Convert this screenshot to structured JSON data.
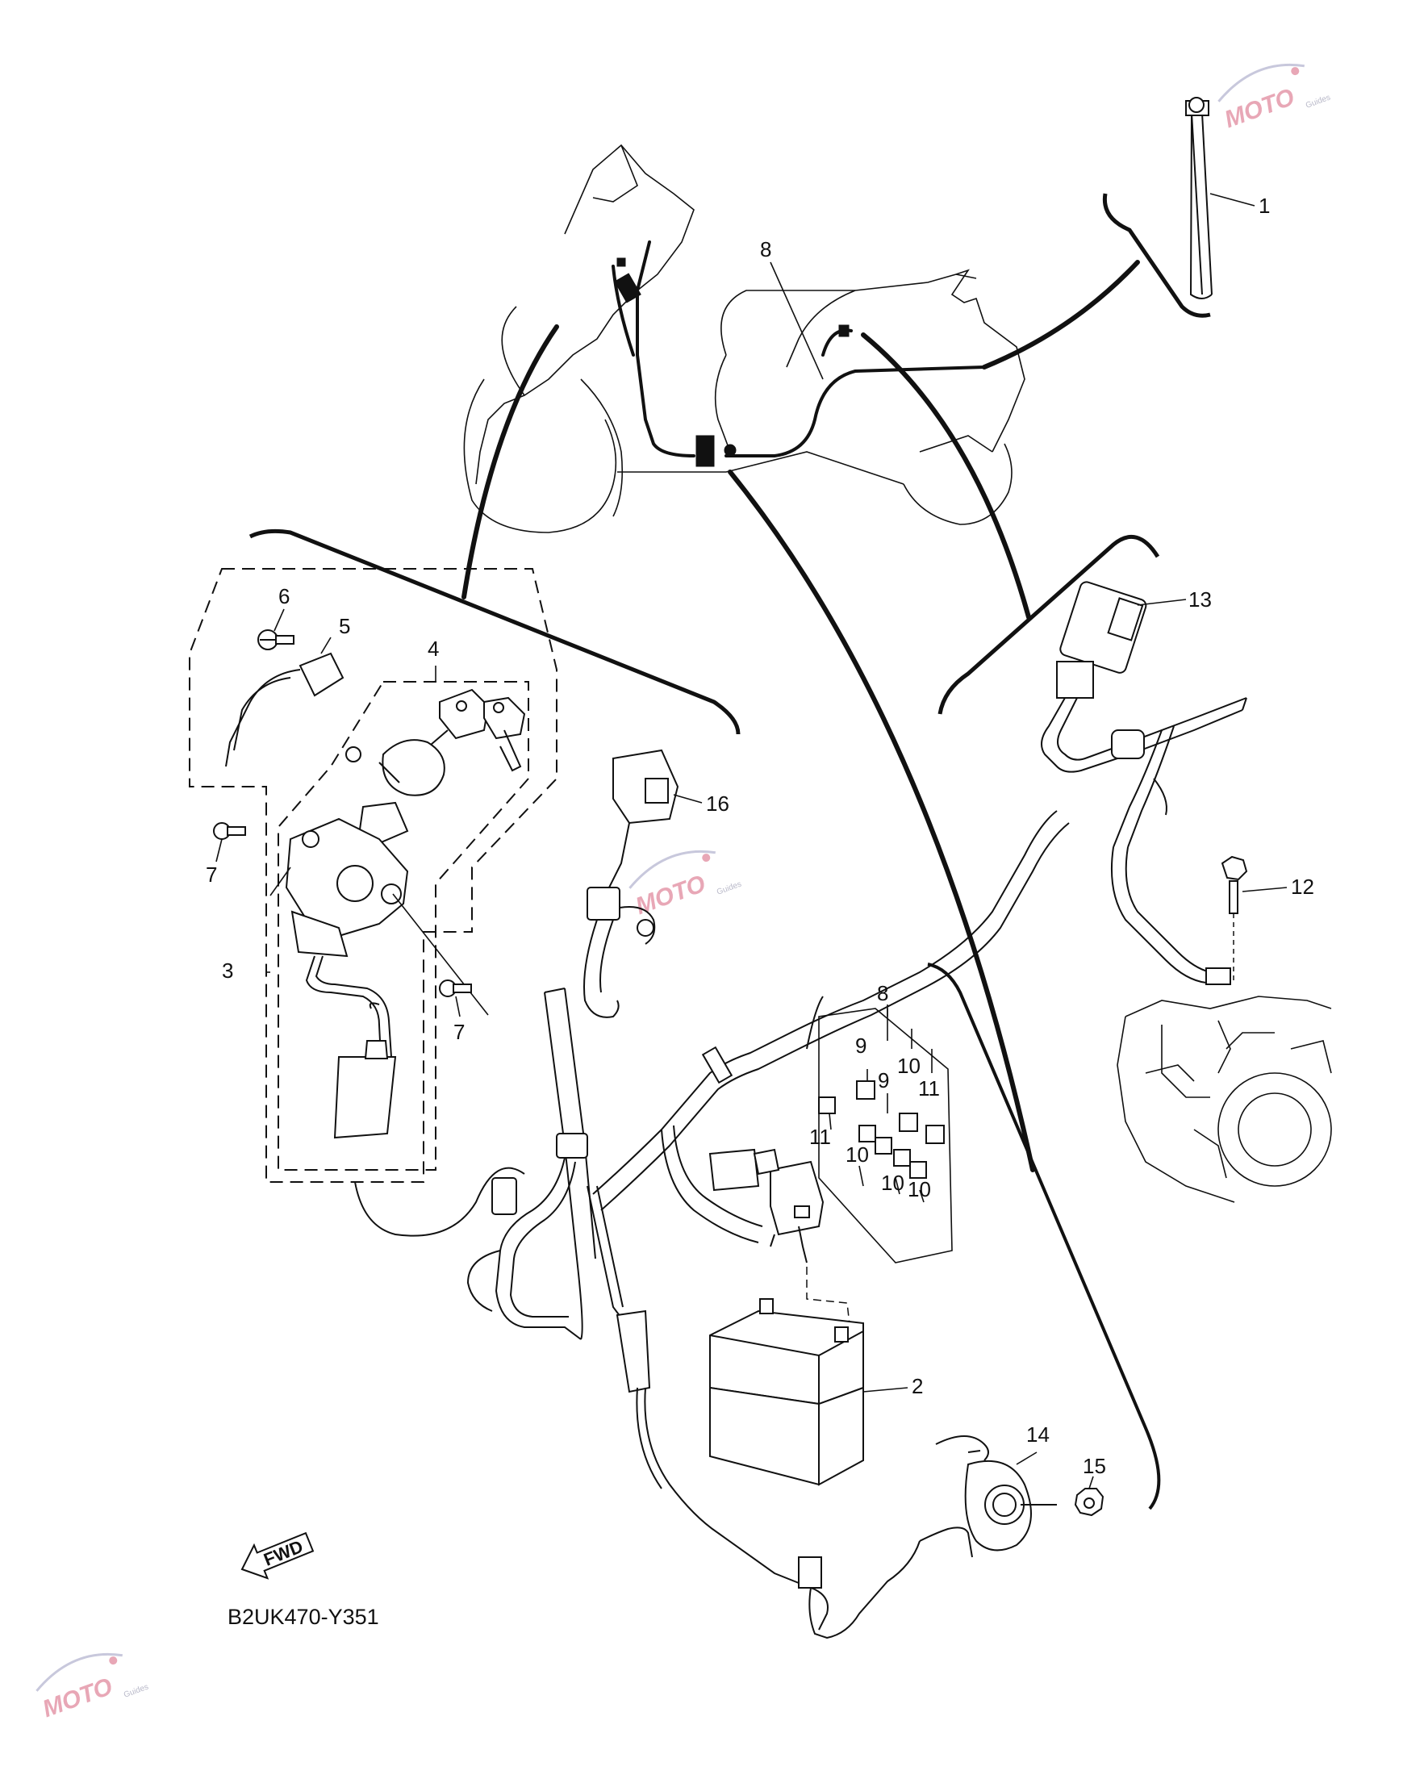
{
  "diagram": {
    "drawing_code": "B2UK470-Y351",
    "fwd_label": "FWD",
    "watermark": {
      "text": "MOTO",
      "subtext": "Guides"
    },
    "callouts": [
      {
        "id": "c1",
        "text": "1"
      },
      {
        "id": "c2",
        "text": "2"
      },
      {
        "id": "c3",
        "text": "3"
      },
      {
        "id": "c4",
        "text": "4"
      },
      {
        "id": "c5",
        "text": "5"
      },
      {
        "id": "c6",
        "text": "6"
      },
      {
        "id": "c7a",
        "text": "7"
      },
      {
        "id": "c7b",
        "text": "7"
      },
      {
        "id": "c8a",
        "text": "8"
      },
      {
        "id": "c8b",
        "text": "8"
      },
      {
        "id": "c9a",
        "text": "9"
      },
      {
        "id": "c9b",
        "text": "9"
      },
      {
        "id": "c10a",
        "text": "10"
      },
      {
        "id": "c10b",
        "text": "10"
      },
      {
        "id": "c10c",
        "text": "10"
      },
      {
        "id": "c10d",
        "text": "10"
      },
      {
        "id": "c11a",
        "text": "11"
      },
      {
        "id": "c11b",
        "text": "11"
      },
      {
        "id": "c12",
        "text": "12"
      },
      {
        "id": "c13",
        "text": "13"
      },
      {
        "id": "c14",
        "text": "14"
      },
      {
        "id": "c15",
        "text": "15"
      },
      {
        "id": "c16",
        "text": "16"
      }
    ]
  }
}
